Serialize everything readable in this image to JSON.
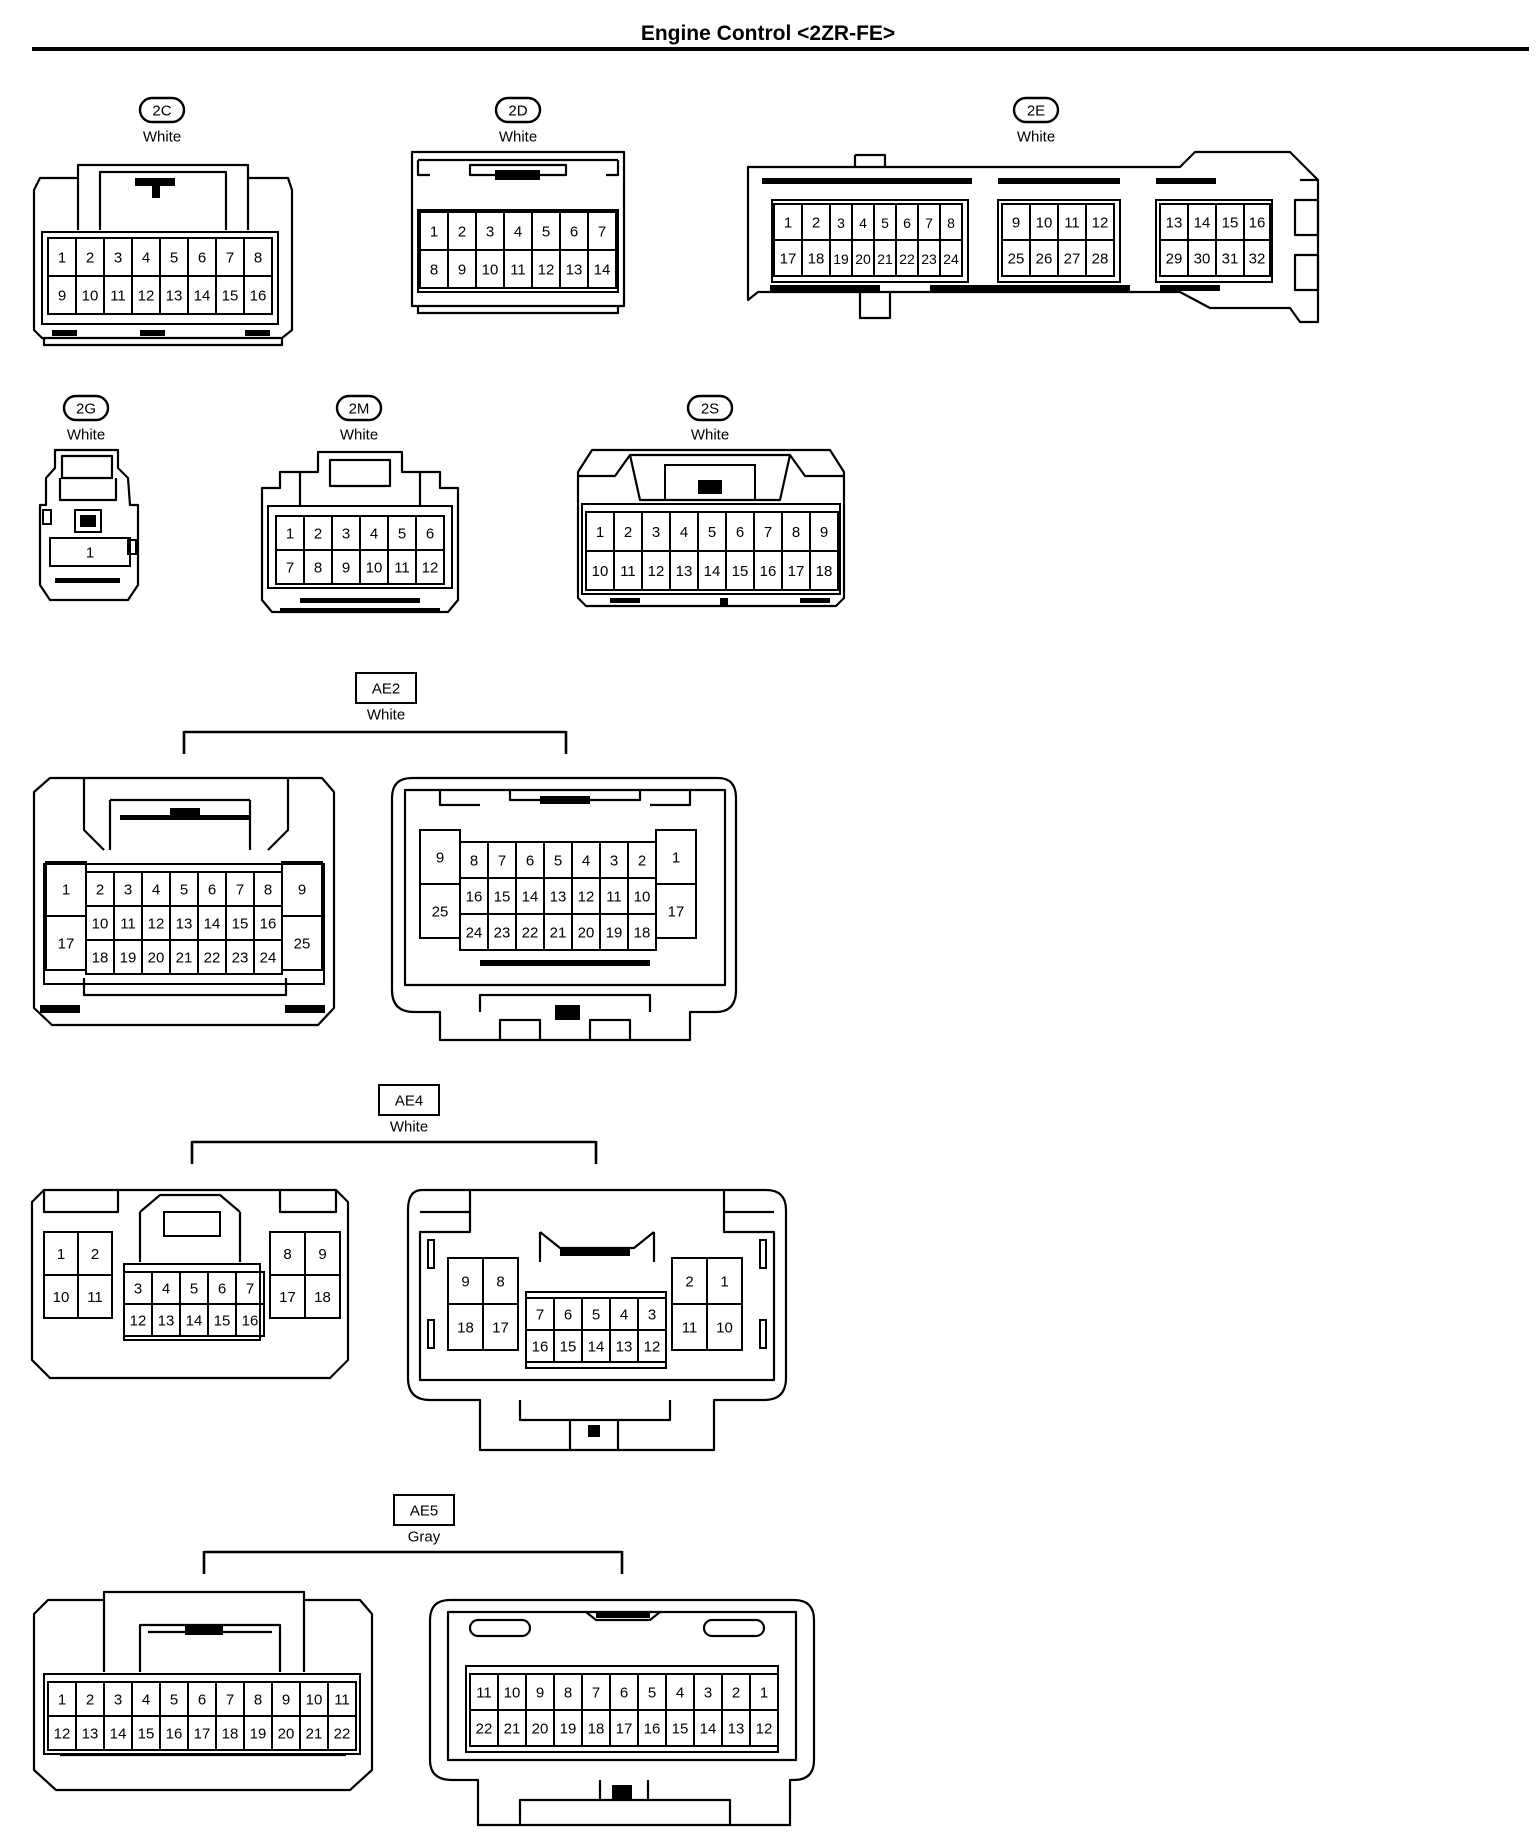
{
  "page": {
    "title": "Engine Control <2ZR-FE>"
  },
  "connectors": [
    {
      "id": "2C",
      "color": "White",
      "cavity_rows": [
        [
          "1",
          "2",
          "3",
          "4",
          "5",
          "6",
          "7",
          "8"
        ],
        [
          "9",
          "10",
          "11",
          "12",
          "13",
          "14",
          "15",
          "16"
        ]
      ]
    },
    {
      "id": "2D",
      "color": "White",
      "cavity_rows": [
        [
          "1",
          "2",
          "3",
          "4",
          "5",
          "6",
          "7"
        ],
        [
          "8",
          "9",
          "10",
          "11",
          "12",
          "13",
          "14"
        ]
      ]
    },
    {
      "id": "2E",
      "color": "White",
      "cavity_rows": [
        [
          "1",
          "2",
          "3",
          "4",
          "5",
          "6",
          "7",
          "8",
          "9",
          "10",
          "11",
          "12",
          "13",
          "14",
          "15",
          "16"
        ],
        [
          "17",
          "18",
          "19",
          "20",
          "21",
          "22",
          "23",
          "24",
          "25",
          "26",
          "27",
          "28",
          "29",
          "30",
          "31",
          "32"
        ]
      ]
    },
    {
      "id": "2G",
      "color": "White",
      "cavity_rows": [
        [
          "1"
        ]
      ]
    },
    {
      "id": "2M",
      "color": "White",
      "cavity_rows": [
        [
          "1",
          "2",
          "3",
          "4",
          "5",
          "6"
        ],
        [
          "7",
          "8",
          "9",
          "10",
          "11",
          "12"
        ]
      ]
    },
    {
      "id": "2S",
      "color": "White",
      "cavity_rows": [
        [
          "1",
          "2",
          "3",
          "4",
          "5",
          "6",
          "7",
          "8",
          "9"
        ],
        [
          "10",
          "11",
          "12",
          "13",
          "14",
          "15",
          "16",
          "17",
          "18"
        ]
      ]
    },
    {
      "id": "AE2",
      "color": "White",
      "male": {
        "rows": [
          [
            "2",
            "3",
            "4",
            "5",
            "6",
            "7",
            "8"
          ],
          [
            "10",
            "11",
            "12",
            "13",
            "14",
            "15",
            "16"
          ],
          [
            "18",
            "19",
            "20",
            "21",
            "22",
            "23",
            "24"
          ]
        ],
        "left": [
          "1",
          "17"
        ],
        "right": [
          "9",
          "25"
        ]
      },
      "female": {
        "rows": [
          [
            "8",
            "7",
            "6",
            "5",
            "4",
            "3",
            "2"
          ],
          [
            "16",
            "15",
            "14",
            "13",
            "12",
            "11",
            "10"
          ],
          [
            "24",
            "23",
            "22",
            "21",
            "20",
            "19",
            "18"
          ]
        ],
        "left": [
          "9",
          "25"
        ],
        "right": [
          "1",
          "17"
        ]
      }
    },
    {
      "id": "AE4",
      "color": "White",
      "male": {
        "left": [
          [
            "1",
            "2"
          ],
          [
            "10",
            "11"
          ]
        ],
        "center": [
          [
            "3",
            "4",
            "5",
            "6",
            "7"
          ],
          [
            "12",
            "13",
            "14",
            "15",
            "16"
          ]
        ],
        "right": [
          [
            "8",
            "9"
          ],
          [
            "17",
            "18"
          ]
        ]
      },
      "female": {
        "left": [
          [
            "9",
            "8"
          ],
          [
            "18",
            "17"
          ]
        ],
        "center": [
          [
            "7",
            "6",
            "5",
            "4",
            "3"
          ],
          [
            "16",
            "15",
            "14",
            "13",
            "12"
          ]
        ],
        "right": [
          [
            "2",
            "1"
          ],
          [
            "11",
            "10"
          ]
        ]
      }
    },
    {
      "id": "AE5",
      "color": "Gray",
      "male": {
        "rows": [
          [
            "1",
            "2",
            "3",
            "4",
            "5",
            "6",
            "7",
            "8",
            "9",
            "10",
            "11"
          ],
          [
            "12",
            "13",
            "14",
            "15",
            "16",
            "17",
            "18",
            "19",
            "20",
            "21",
            "22"
          ]
        ]
      },
      "female": {
        "rows": [
          [
            "11",
            "10",
            "9",
            "8",
            "7",
            "6",
            "5",
            "4",
            "3",
            "2",
            "1"
          ],
          [
            "22",
            "21",
            "20",
            "19",
            "18",
            "17",
            "16",
            "15",
            "14",
            "13",
            "12"
          ]
        ]
      }
    }
  ]
}
